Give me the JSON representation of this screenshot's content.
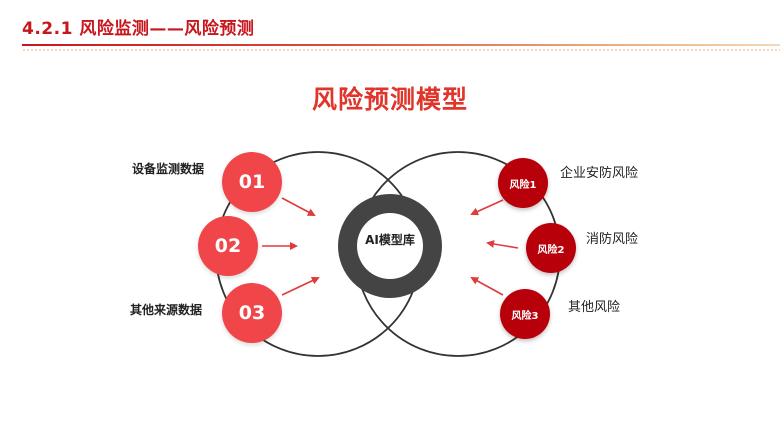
{
  "header": {
    "title": "4.2.1 风险监测——风险预测"
  },
  "diagram": {
    "title": "风险预测模型",
    "center": {
      "label": "AI模型库"
    },
    "inputs": [
      {
        "num": "01",
        "label": "设备监测数据"
      },
      {
        "num": "02",
        "label": ""
      },
      {
        "num": "03",
        "label": "其他来源数据"
      }
    ],
    "risks": [
      {
        "tag": "风险1",
        "label": "企业安防风险"
      },
      {
        "tag": "风险2",
        "label": "消防风险"
      },
      {
        "tag": "风险3",
        "label": "其他风险"
      }
    ]
  },
  "colors": {
    "accent": "#c8161d",
    "title": "#e0352b",
    "input_node": "#f0464a",
    "risk_node": "#b8000b",
    "center_ring": "#444444",
    "arrow": "#e03a3a"
  }
}
